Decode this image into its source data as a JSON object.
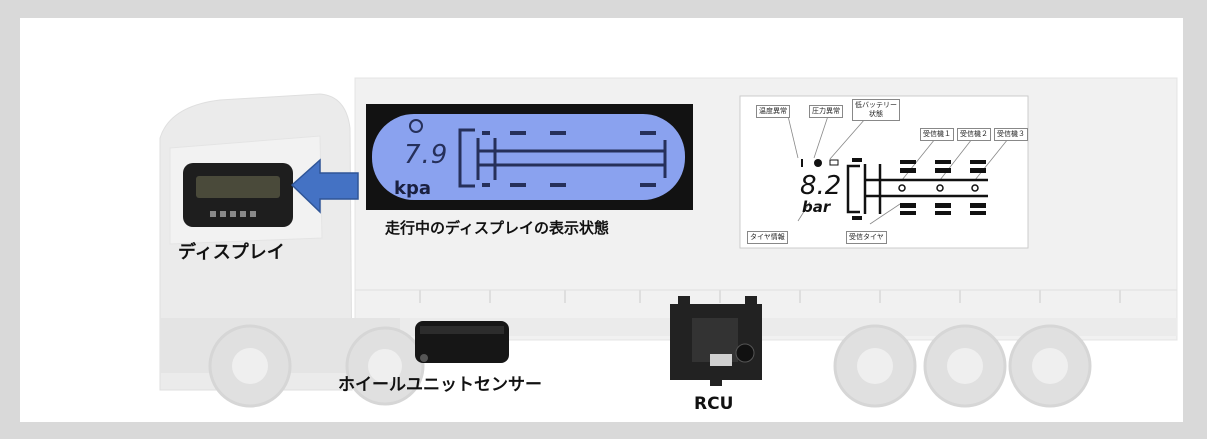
{
  "labels": {
    "display": "ディスプレイ",
    "lcd_caption": "走行中のディスプレイの表示状態",
    "wheel_sensor": "ホイールユニットセンサー",
    "rcu": "RCU"
  },
  "lcd_photo": {
    "value": "7.9",
    "unit": "kpa"
  },
  "schematic": {
    "value": "8.2",
    "unit": "bar",
    "callouts": {
      "temp_abnormal": "温度異常",
      "pressure_abnormal": "圧力異常",
      "low_battery": "低バッテリー\n状態",
      "receiver1": "受信機１",
      "receiver2": "受信機２",
      "receiver3": "受信機３",
      "tire_info": "タイヤ情報",
      "receiving_tire": "受信タイヤ"
    }
  },
  "colors": {
    "lcd_background": "#8aa2ef",
    "arrow": "#4472c4",
    "truck": "#d6d6d6",
    "page_background": "#d9d9d9"
  }
}
